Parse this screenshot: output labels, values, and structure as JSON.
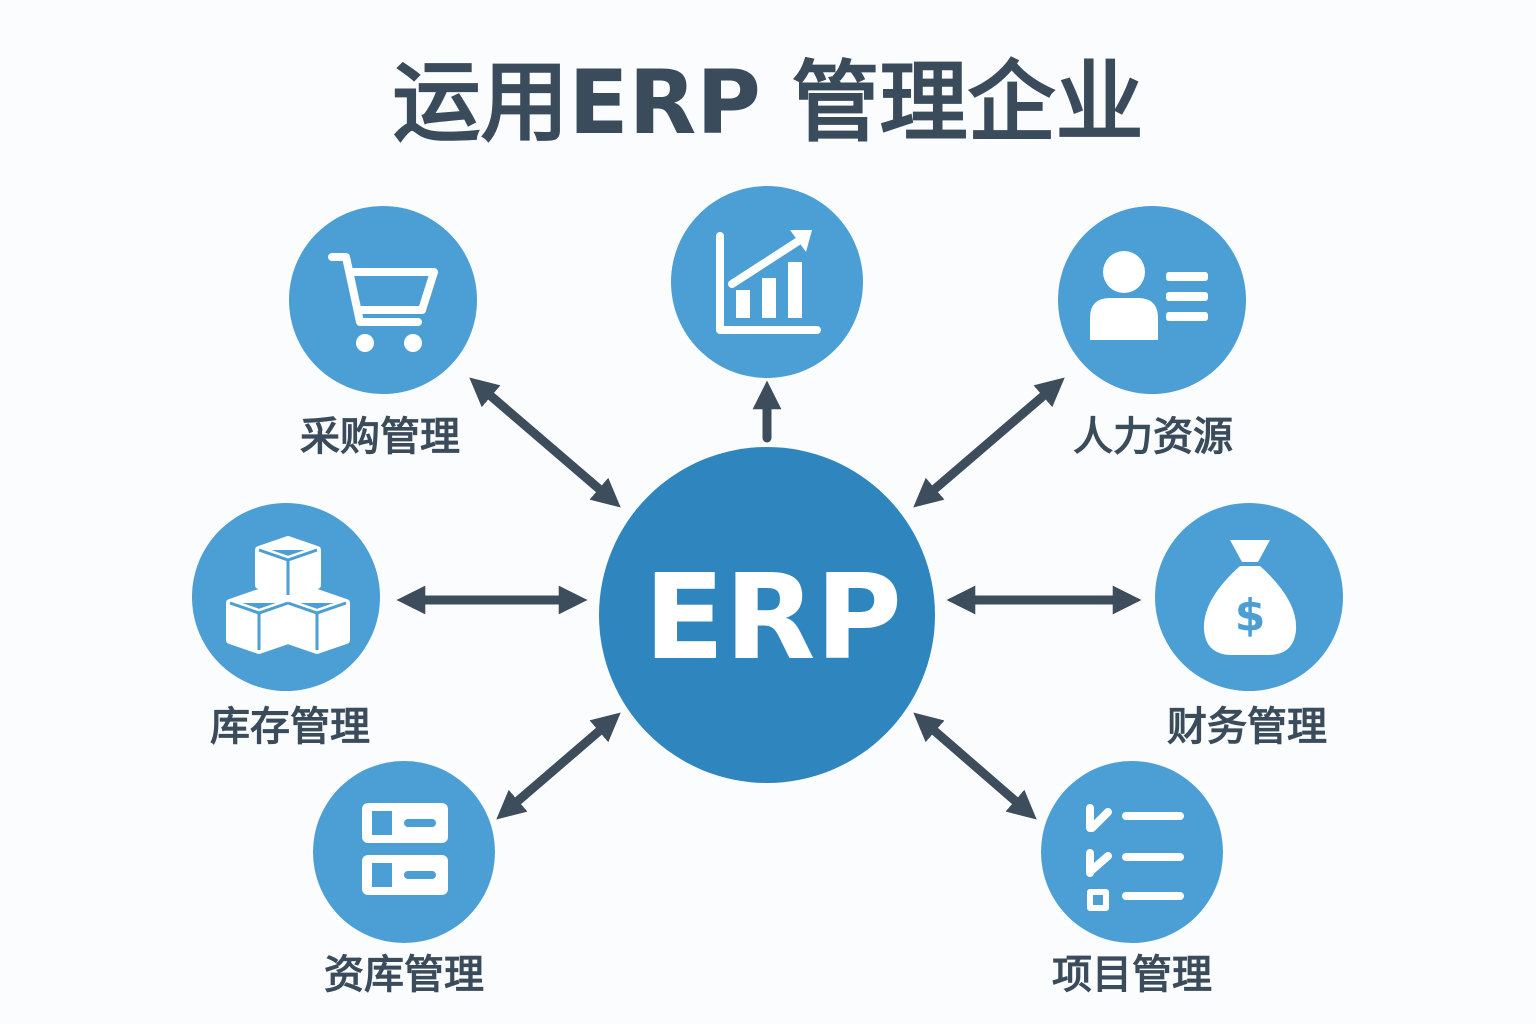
{
  "title": "运用ERP 管理企业",
  "center": {
    "label": "ERP"
  },
  "modules": [
    {
      "label": "采购管理",
      "icon": "shopping-cart-icon"
    },
    {
      "label": "",
      "icon": "growth-chart-icon"
    },
    {
      "label": "人力资源",
      "icon": "user-profile-icon"
    },
    {
      "label": "库存管理",
      "icon": "boxes-icon"
    },
    {
      "label": "财务管理",
      "icon": "money-bag-icon"
    },
    {
      "label": "资库管理",
      "icon": "asset-list-icon"
    },
    {
      "label": "项目管理",
      "icon": "checklist-icon"
    }
  ],
  "colors": {
    "node": "#4b9fd5",
    "center": "#2f86bf",
    "text": "#3a4b5b",
    "arrow": "#3d4d5c"
  }
}
